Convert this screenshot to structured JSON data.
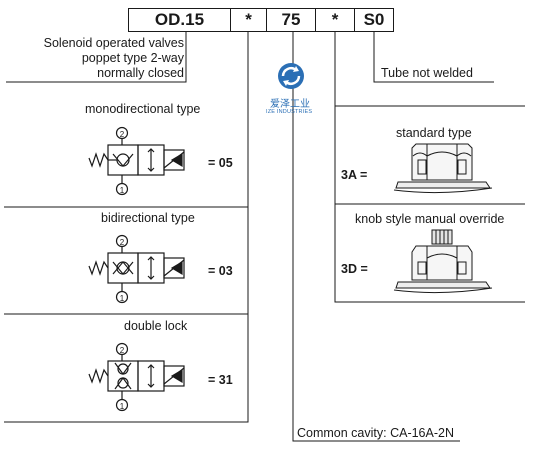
{
  "code_cells": [
    "OD.15",
    "*",
    "75",
    "*",
    "S0"
  ],
  "solenoid_desc": [
    "Solenoid operated valves",
    "poppet type 2-way",
    "normally closed"
  ],
  "tube_label": "Tube not welded",
  "logo": {
    "cn": "爱泽工业",
    "en": "IZE INDUSTRIES"
  },
  "types": [
    {
      "title": "monodirectional type",
      "code": "= 05",
      "port_top": "2",
      "port_bottom": "1"
    },
    {
      "title": "bidirectional type",
      "code": "= 03",
      "port_top": "2",
      "port_bottom": "1"
    },
    {
      "title": "double lock",
      "code": "= 31",
      "port_top": "2",
      "port_bottom": "1"
    }
  ],
  "options": [
    {
      "title": "standard type",
      "code": "3A ="
    },
    {
      "title": "knob style manual override",
      "code": "3D ="
    }
  ],
  "cavity_label": "Common cavity: CA-16A-2N",
  "colors": {
    "line": "#1a1a1a",
    "logo": "#2b6fb5"
  }
}
